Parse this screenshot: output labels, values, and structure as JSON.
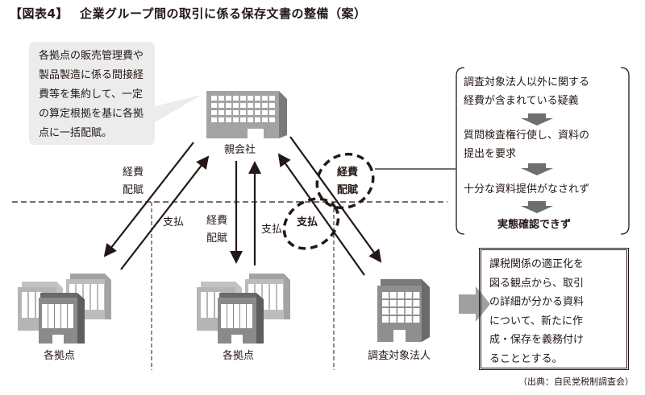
{
  "title": {
    "figure_label": "【図表4】",
    "text": "企業グループ間の取引に係る保存文書の整備（案）"
  },
  "bubble": {
    "lines": [
      "各拠点の販売管理費や",
      "製品製造に係る間接経",
      "費等を集約して、一定",
      "の算定根拠を基に各拠",
      "点に一括配賦。"
    ]
  },
  "nodes": {
    "parent": "親会社",
    "branch_left": "各拠点",
    "branch_center": "各拠点",
    "target": "調査対象法人"
  },
  "flows": {
    "left_allocation": [
      "経費",
      "配賦"
    ],
    "left_payment": "支払",
    "center_allocation": [
      "経費",
      "配賦"
    ],
    "center_payment": "支払",
    "right_allocation": [
      "経費",
      "配賦"
    ],
    "right_payment": "支払"
  },
  "process": {
    "step1": [
      "調査対象法人以外に関する",
      "経費が含まれている疑義"
    ],
    "step2": [
      "質問検査権行使し、資料の",
      "提出を要求"
    ],
    "step3": "十分な資料提供がなされず",
    "result": "実態確認できず"
  },
  "proposal": {
    "lines": [
      "課税関係の適正化を",
      "図る観点から、取引",
      "の詳細が分かる資料",
      "について、新たに作",
      "成・保存を義務付け",
      "ることとする。"
    ]
  },
  "source": "（出典：自民党税制調査会）",
  "colors": {
    "building_light": "#b5b5b5",
    "building_mid": "#999999",
    "building_dark": "#7a7a7a",
    "bubble_bg": "#ececec",
    "ink": "#231815",
    "arrow_gray": "#a0a0a0",
    "step_arrow": "#6e6e6e"
  }
}
